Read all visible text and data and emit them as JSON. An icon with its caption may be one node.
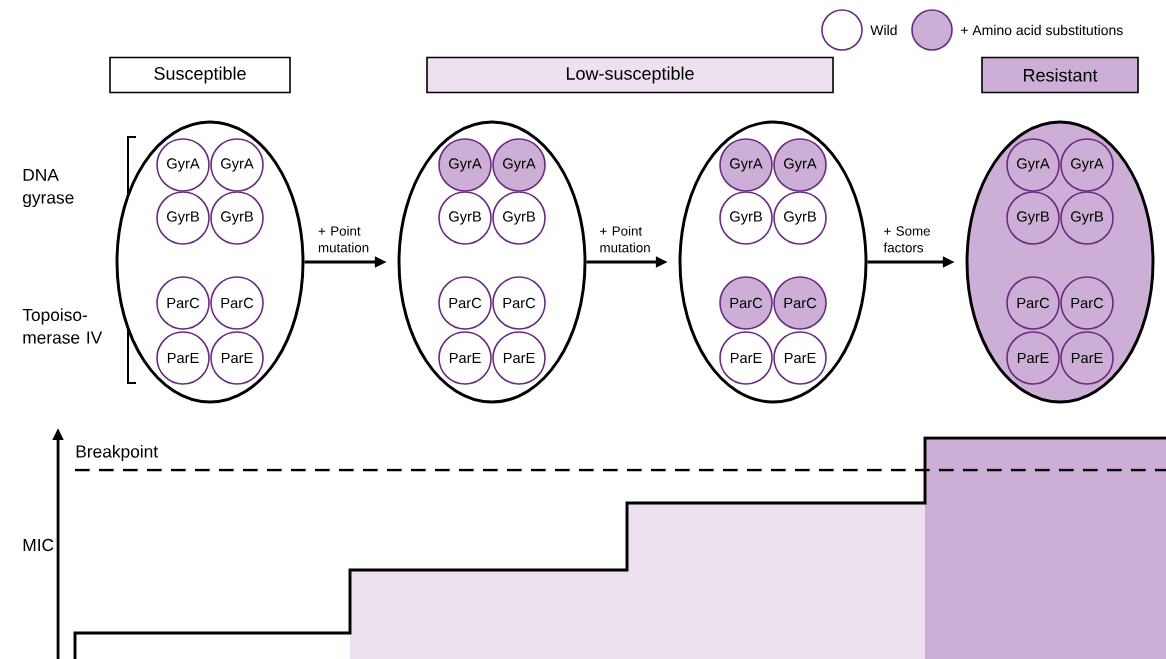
{
  "diagram": {
    "nodes": [
      {
        "text": [
          "Susceptible"
        ]
      },
      {
        "text": [
          "Low-susceptible"
        ]
      },
      {
        "text": [
          "Resistant"
        ]
      },
      {
        "text": [],
        "shape": "ellipse"
      },
      {
        "text": [
          "GyrA"
        ],
        "in": 3
      },
      {
        "text": [
          "GyrA"
        ],
        "in": 3
      },
      {
        "text": [
          "GyrB"
        ],
        "in": 3
      },
      {
        "text": [
          "GyrB"
        ],
        "in": 3
      },
      {
        "text": [
          "ParC"
        ],
        "in": 3
      },
      {
        "text": [
          "ParC"
        ],
        "in": 3
      },
      {
        "text": [
          "ParE"
        ],
        "in": 3
      },
      {
        "text": [
          "ParE"
        ],
        "in": 3
      },
      {
        "text": [],
        "shape": "ellipse"
      },
      {
        "text": [
          "GyrA"
        ],
        "in": 12
      },
      {
        "text": [
          "GyrA"
        ],
        "in": 12
      },
      {
        "text": [
          "GyrB"
        ],
        "in": 12
      },
      {
        "text": [
          "GyrB"
        ],
        "in": 12
      },
      {
        "text": [
          "ParC"
        ],
        "in": 12
      },
      {
        "text": [
          "ParC"
        ],
        "in": 12
      },
      {
        "text": [
          "ParE"
        ],
        "in": 12
      },
      {
        "text": [
          "ParE"
        ],
        "in": 12
      },
      {
        "text": [],
        "shape": "ellipse"
      },
      {
        "text": [
          "GyrA"
        ],
        "in": 21
      },
      {
        "text": [
          "GyrA"
        ],
        "in": 21
      },
      {
        "text": [
          "GyrB"
        ],
        "in": 21
      },
      {
        "text": [
          "GyrB"
        ],
        "in": 21
      },
      {
        "text": [
          "ParC"
        ],
        "in": 21
      },
      {
        "text": [
          "ParC"
        ],
        "in": 21
      },
      {
        "text": [
          "ParE"
        ],
        "in": 21
      },
      {
        "text": [
          "ParE"
        ],
        "in": 21
      },
      {
        "text": [],
        "shape": "ellipse"
      },
      {
        "text": [
          "GyrA"
        ],
        "in": 30
      },
      {
        "text": [
          "GyrA"
        ],
        "in": 30
      },
      {
        "text": [
          "GyrB"
        ],
        "in": 30
      },
      {
        "text": [
          "GyrB"
        ],
        "in": 30
      },
      {
        "text": [
          "ParC"
        ],
        "in": 30
      },
      {
        "text": [
          "ParC"
        ],
        "in": 30
      },
      {
        "text": [
          "ParE"
        ],
        "in": 30
      },
      {
        "text": [
          "ParE"
        ],
        "in": 30
      }
    ],
    "edges": [
      {
        "from": 3,
        "to": 12,
        "arrow": "to",
        "label": "+ Point mutation"
      },
      {
        "from": 12,
        "to": 21,
        "arrow": "to",
        "label": "+ Point mutation"
      },
      {
        "from": 21,
        "to": 30,
        "arrow": "to",
        "label": "+ Some factors"
      }
    ],
    "labels": [
      "DNA gyrase",
      "Topoiso- merase IV",
      "Breakpoint",
      "MIC"
    ],
    "legend": [
      {
        "text": "Wild"
      },
      {
        "text": "+ Amino acid substitutions",
        "color": "#cdaed6"
      }
    ]
  }
}
